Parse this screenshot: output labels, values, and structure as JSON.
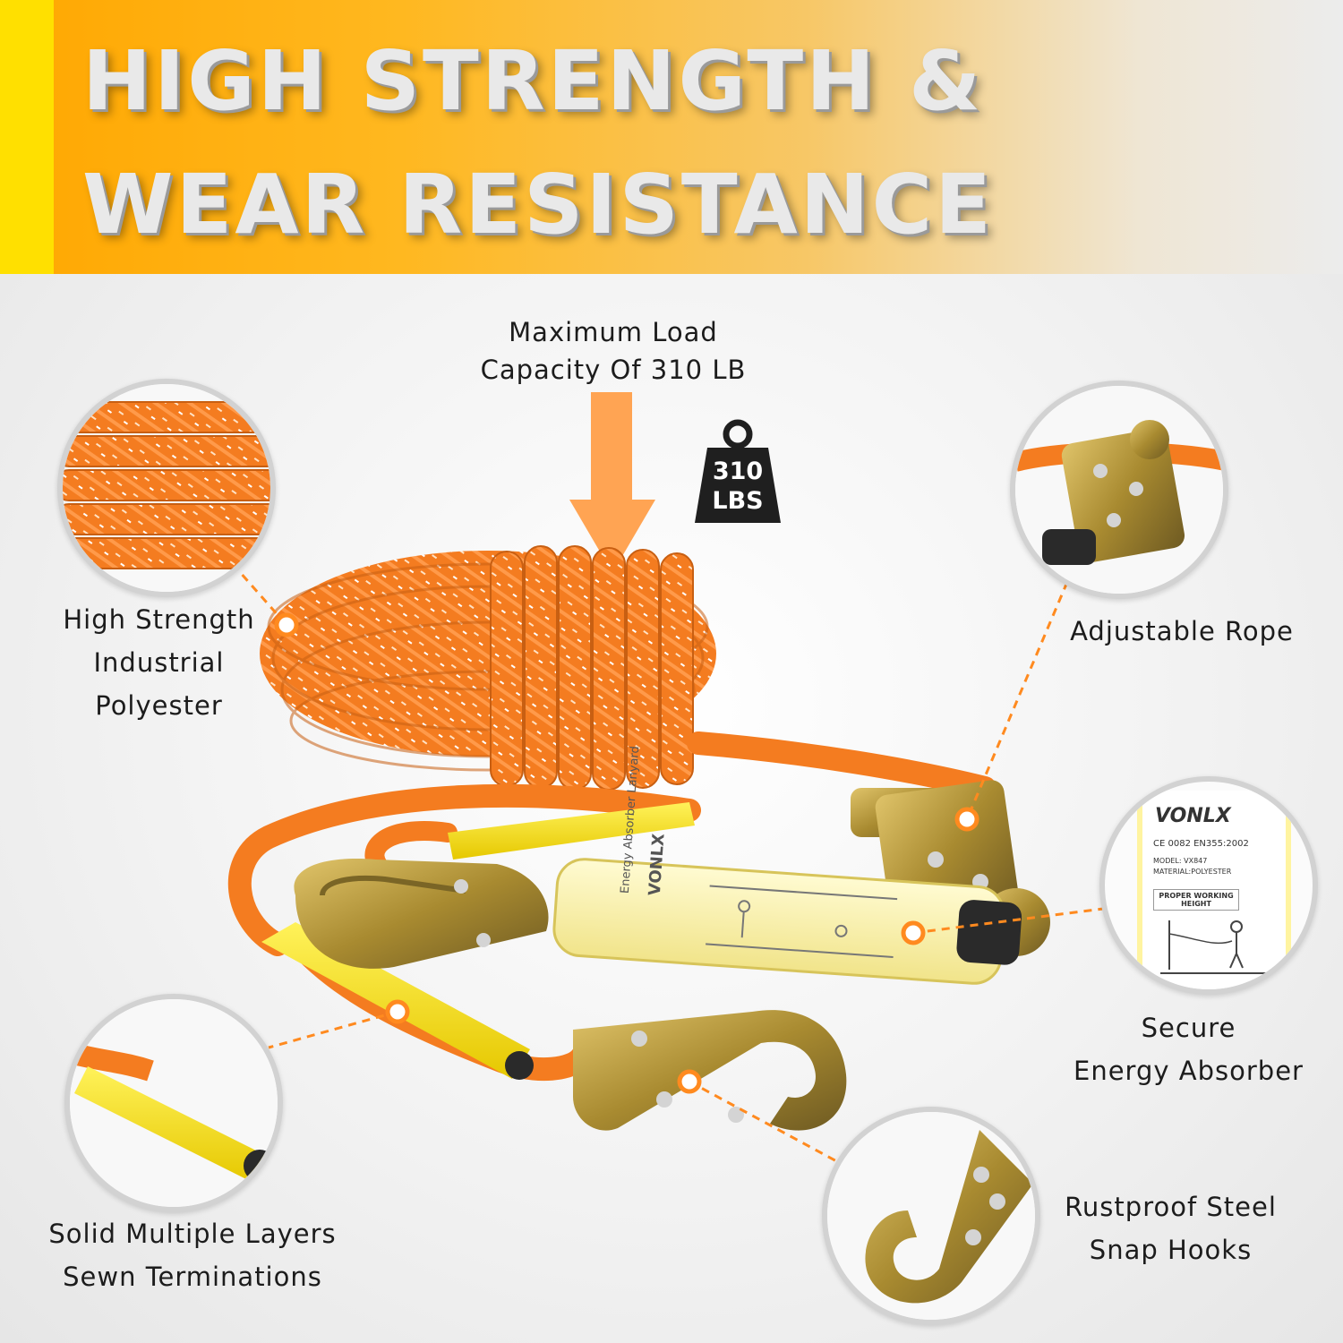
{
  "headline": {
    "line1": "HIGH STRENGTH &",
    "line2": "WEAR RESISTANCE"
  },
  "load": {
    "caption_line1": "Maximum Load",
    "caption_line2": "Capacity Of 310 LB",
    "badge_line1": "310",
    "badge_line2": "LBS"
  },
  "features": {
    "polyester": [
      "High Strength",
      "Industrial",
      "Polyester"
    ],
    "adjustable": [
      "Adjustable Rope"
    ],
    "absorber": [
      "Secure",
      "Energy Absorber"
    ],
    "terminations": [
      "Solid Multiple Layers",
      "Sewn Terminations"
    ],
    "hooks": [
      "Rustproof Steel",
      "Snap Hooks"
    ]
  },
  "absorber_tag": {
    "brand": "VONLX",
    "cert": "CE 0082 EN355:2002",
    "model": "MODEL: VX847",
    "material": "MATERIAL:POLYESTER",
    "heading": "PROPER WORKING HEIGHT"
  },
  "colors": {
    "banner_yellow": "#ffe000",
    "banner_orange": "#ffa700",
    "rope_orange": "#f47c20",
    "sleeve_yellow": "#f5e300",
    "callout_dot": "#ff8a1f",
    "hardware": "#b89a3a"
  }
}
